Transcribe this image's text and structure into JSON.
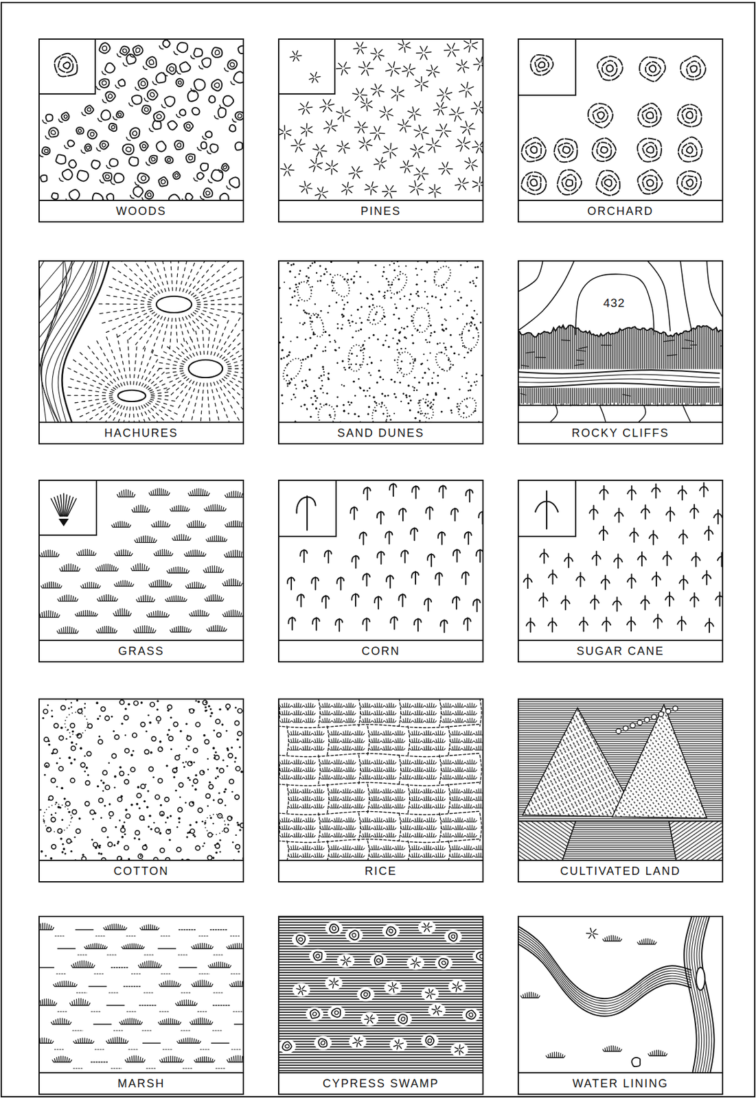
{
  "diagram": {
    "nodes": [
      {
        "text": [
          "WOODS"
        ]
      },
      {
        "text": [
          "PINES"
        ]
      },
      {
        "text": [
          "ORCHARD"
        ]
      },
      {
        "text": [
          "HACHURES"
        ]
      },
      {
        "text": [
          "SAND DUNES"
        ]
      },
      {
        "text": [
          "ROCKY CLIFFS"
        ]
      },
      {
        "text": [
          "GRASS"
        ]
      },
      {
        "text": [
          "CORN"
        ]
      },
      {
        "text": [
          "SUGAR CANE"
        ]
      },
      {
        "text": [
          "COTTON"
        ]
      },
      {
        "text": [
          "RICE"
        ]
      },
      {
        "text": [
          "CULTIVATED LAND"
        ]
      },
      {
        "text": [
          "MARSH"
        ]
      },
      {
        "text": [
          "CYPRESS SWAMP"
        ]
      },
      {
        "text": [
          "WATER LINING"
        ]
      }
    ],
    "labels": [
      "432"
    ]
  }
}
